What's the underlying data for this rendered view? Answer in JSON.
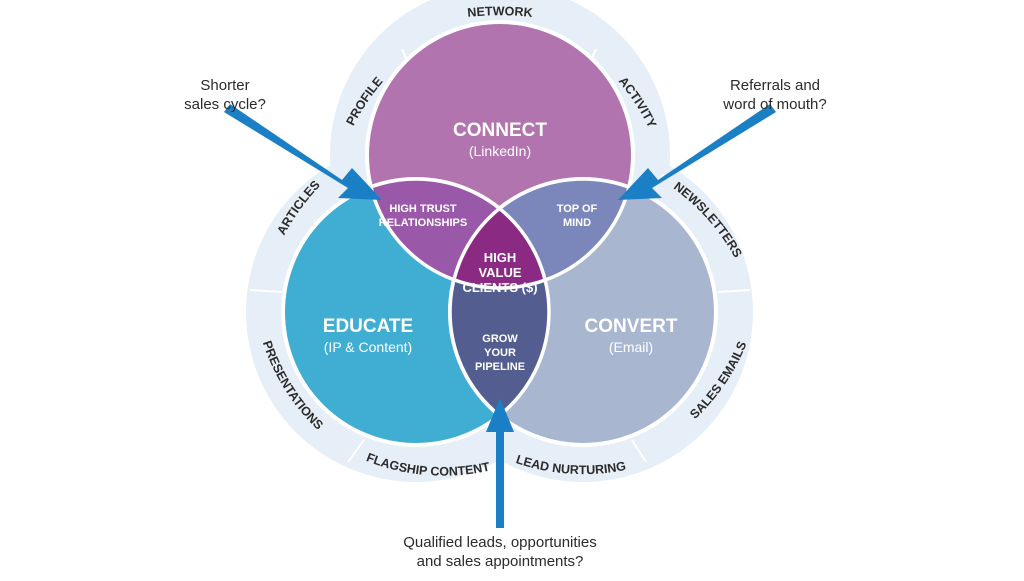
{
  "circles": {
    "connect": {
      "title": "CONNECT",
      "subtitle": "(LinkedIn)",
      "color": "#b274ae"
    },
    "educate": {
      "title": "EDUCATE",
      "subtitle": "(IP & Content)",
      "color": "#40aed2"
    },
    "convert": {
      "title": "CONVERT",
      "subtitle": "(Email)",
      "color": "#a9b6d0"
    }
  },
  "overlaps": {
    "connect_educate": {
      "line1": "HIGH TRUST",
      "line2": "RELATIONSHIPS",
      "color": "#9a58a8"
    },
    "connect_convert": {
      "line1": "TOP OF",
      "line2": "MIND",
      "color": "#7b86ba"
    },
    "educate_convert": {
      "line1": "GROW",
      "line2": "YOUR",
      "line3": "PIPELINE",
      "color": "#535d8f"
    },
    "center": {
      "line1": "HIGH",
      "line2": "VALUE",
      "line3": "CLIENTS ($)",
      "color": "#8a2a82"
    }
  },
  "ring": {
    "fill": "#e6eef7",
    "labels": {
      "network": "NETWORK",
      "profile": "PROFILE",
      "activity": "ACTIVITY",
      "articles": "ARTICLES",
      "newsletters": "NEWSLETTERS",
      "presentations": "PRESENTATIONS",
      "sales_emails": "SALES EMAILS",
      "flagship_content": "FLAGSHIP CONTENT",
      "lead_nurturing": "LEAD NURTURING"
    }
  },
  "annotations": {
    "left": {
      "line1": "Shorter",
      "line2": "sales cycle?"
    },
    "right": {
      "line1": "Referrals and",
      "line2": "word of mouth?"
    },
    "bottom": {
      "line1": "Qualified leads, opportunities",
      "line2": "and sales appointments?"
    }
  },
  "arrow_color": "#1a7fc4"
}
